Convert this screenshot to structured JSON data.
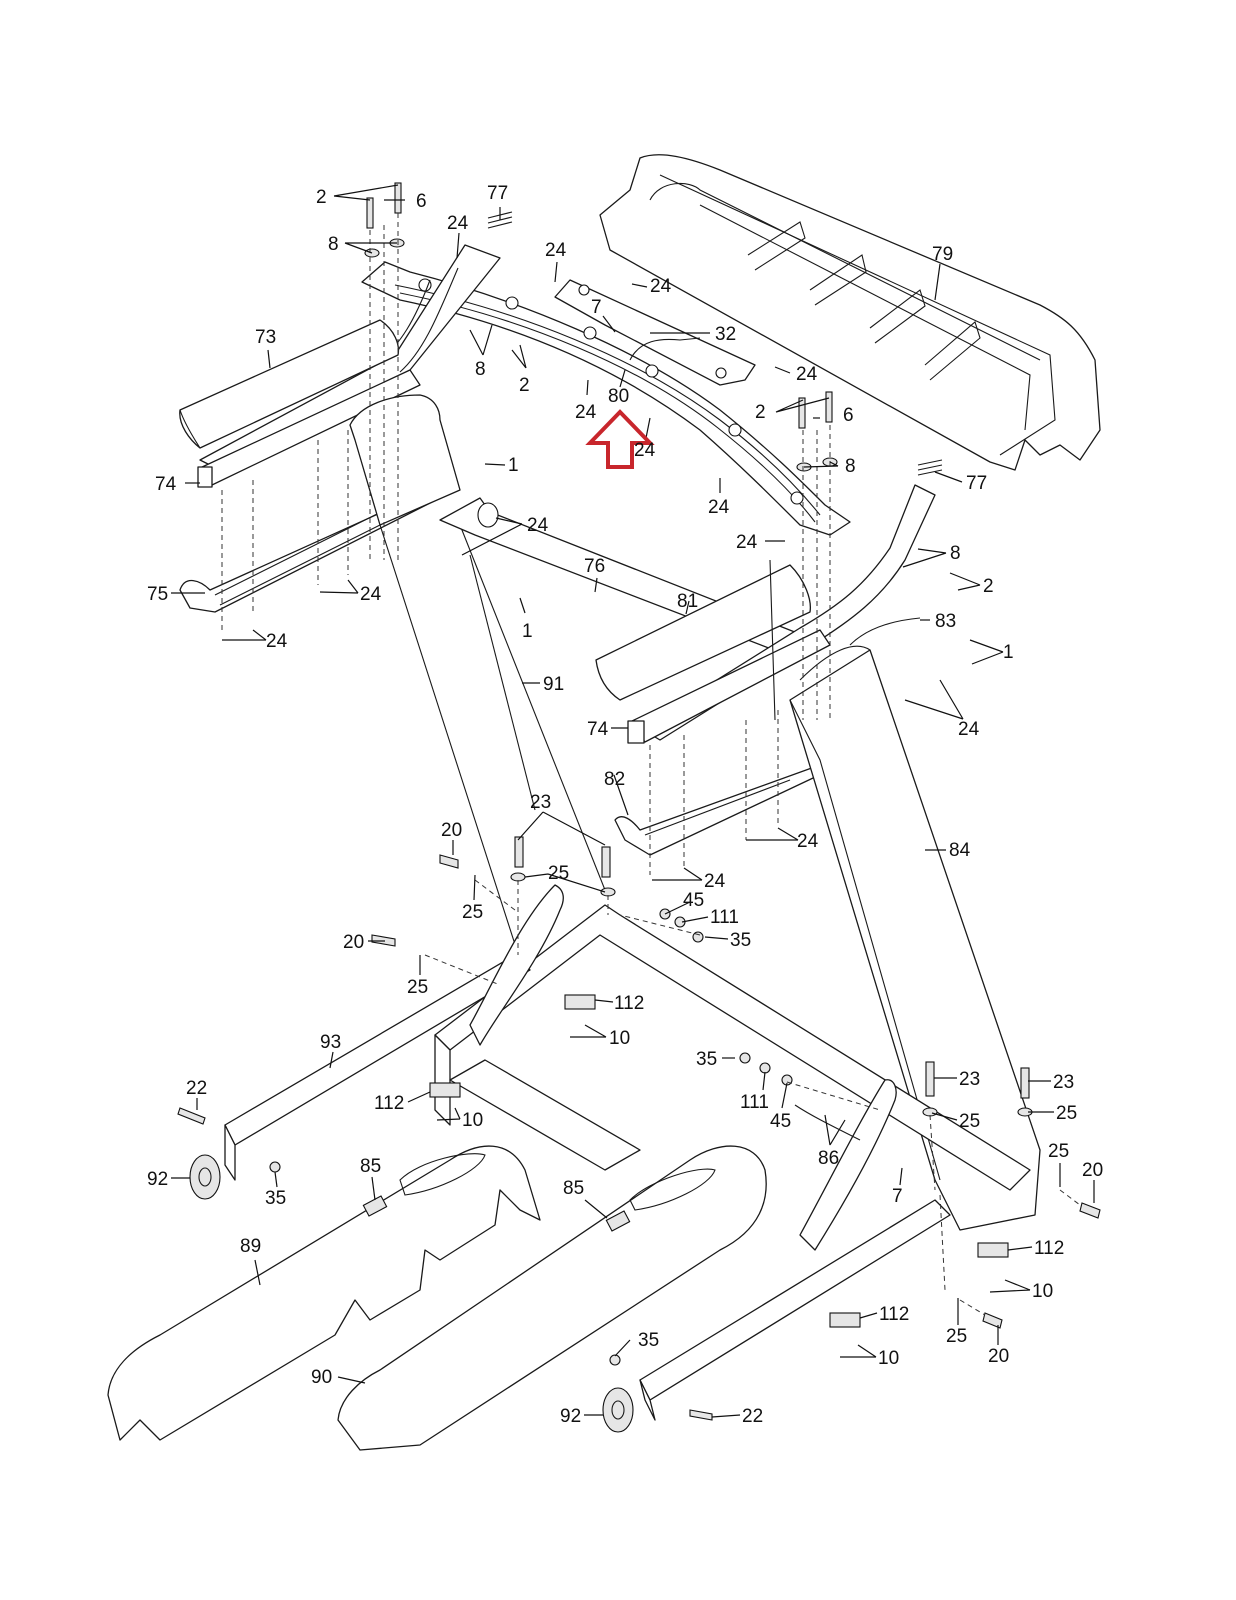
{
  "diagram": {
    "title": "Treadmill upright and frame exploded parts diagram",
    "highlight": {
      "part": "80",
      "indicator": "red-up-arrow",
      "color": "#c8262c"
    },
    "callouts": [
      {
        "id": "c-2-a",
        "text": "2"
      },
      {
        "id": "c-6-a",
        "text": "6"
      },
      {
        "id": "c-77-a",
        "text": "77"
      },
      {
        "id": "c-8-a",
        "text": "8"
      },
      {
        "id": "c-24-a",
        "text": "24"
      },
      {
        "id": "c-24-b",
        "text": "24"
      },
      {
        "id": "c-24-c",
        "text": "24"
      },
      {
        "id": "c-79",
        "text": "79"
      },
      {
        "id": "c-7-a",
        "text": "7"
      },
      {
        "id": "c-32",
        "text": "32"
      },
      {
        "id": "c-73",
        "text": "73"
      },
      {
        "id": "c-8-b",
        "text": "8"
      },
      {
        "id": "c-2-b",
        "text": "2"
      },
      {
        "id": "c-24-d",
        "text": "24"
      },
      {
        "id": "c-80",
        "text": "80"
      },
      {
        "id": "c-24-e",
        "text": "24"
      },
      {
        "id": "c-24-f",
        "text": "24"
      },
      {
        "id": "c-2-c",
        "text": "2"
      },
      {
        "id": "c-6-b",
        "text": "6"
      },
      {
        "id": "c-8-c",
        "text": "8"
      },
      {
        "id": "c-1-a",
        "text": "1"
      },
      {
        "id": "c-74-a",
        "text": "74"
      },
      {
        "id": "c-24-g",
        "text": "24"
      },
      {
        "id": "c-77-b",
        "text": "77"
      },
      {
        "id": "c-24-h",
        "text": "24"
      },
      {
        "id": "c-24-i",
        "text": "24"
      },
      {
        "id": "c-8-d",
        "text": "8"
      },
      {
        "id": "c-2-d",
        "text": "2"
      },
      {
        "id": "c-75",
        "text": "75"
      },
      {
        "id": "c-24-j",
        "text": "24"
      },
      {
        "id": "c-76",
        "text": "76"
      },
      {
        "id": "c-81",
        "text": "81"
      },
      {
        "id": "c-24-k",
        "text": "24"
      },
      {
        "id": "c-1-b",
        "text": "1"
      },
      {
        "id": "c-83",
        "text": "83"
      },
      {
        "id": "c-1-c",
        "text": "1"
      },
      {
        "id": "c-91",
        "text": "91"
      },
      {
        "id": "c-74-b",
        "text": "74"
      },
      {
        "id": "c-24-l",
        "text": "24"
      },
      {
        "id": "c-82",
        "text": "82"
      },
      {
        "id": "c-23-a",
        "text": "23"
      },
      {
        "id": "c-20-a",
        "text": "20"
      },
      {
        "id": "c-24-m",
        "text": "24"
      },
      {
        "id": "c-84",
        "text": "84"
      },
      {
        "id": "c-25-a",
        "text": "25"
      },
      {
        "id": "c-25-b",
        "text": "25"
      },
      {
        "id": "c-24-n",
        "text": "24"
      },
      {
        "id": "c-45-a",
        "text": "45"
      },
      {
        "id": "c-111-a",
        "text": "111"
      },
      {
        "id": "c-20-b",
        "text": "20"
      },
      {
        "id": "c-35-a",
        "text": "35"
      },
      {
        "id": "c-25-c",
        "text": "25"
      },
      {
        "id": "c-112-a",
        "text": "112"
      },
      {
        "id": "c-10-a",
        "text": "10"
      },
      {
        "id": "c-93",
        "text": "93"
      },
      {
        "id": "c-35-b",
        "text": "35"
      },
      {
        "id": "c-23-b",
        "text": "23"
      },
      {
        "id": "c-23-c",
        "text": "23"
      },
      {
        "id": "c-22-a",
        "text": "22"
      },
      {
        "id": "c-112-b",
        "text": "112"
      },
      {
        "id": "c-10-b",
        "text": "10"
      },
      {
        "id": "c-111-b",
        "text": "111"
      },
      {
        "id": "c-45-b",
        "text": "45"
      },
      {
        "id": "c-25-d",
        "text": "25"
      },
      {
        "id": "c-25-e",
        "text": "25"
      },
      {
        "id": "c-25-f",
        "text": "25"
      },
      {
        "id": "c-20-c",
        "text": "20"
      },
      {
        "id": "c-92-a",
        "text": "92"
      },
      {
        "id": "c-35-c",
        "text": "35"
      },
      {
        "id": "c-85-a",
        "text": "85"
      },
      {
        "id": "c-86",
        "text": "86"
      },
      {
        "id": "c-7-b",
        "text": "7"
      },
      {
        "id": "c-85-b",
        "text": "85"
      },
      {
        "id": "c-112-c",
        "text": "112"
      },
      {
        "id": "c-89",
        "text": "89"
      },
      {
        "id": "c-10-c",
        "text": "10"
      },
      {
        "id": "c-112-d",
        "text": "112"
      },
      {
        "id": "c-25-g",
        "text": "25"
      },
      {
        "id": "c-20-d",
        "text": "20"
      },
      {
        "id": "c-35-d",
        "text": "35"
      },
      {
        "id": "c-10-d",
        "text": "10"
      },
      {
        "id": "c-90",
        "text": "90"
      },
      {
        "id": "c-92-b",
        "text": "92"
      },
      {
        "id": "c-22-b",
        "text": "22"
      }
    ]
  }
}
